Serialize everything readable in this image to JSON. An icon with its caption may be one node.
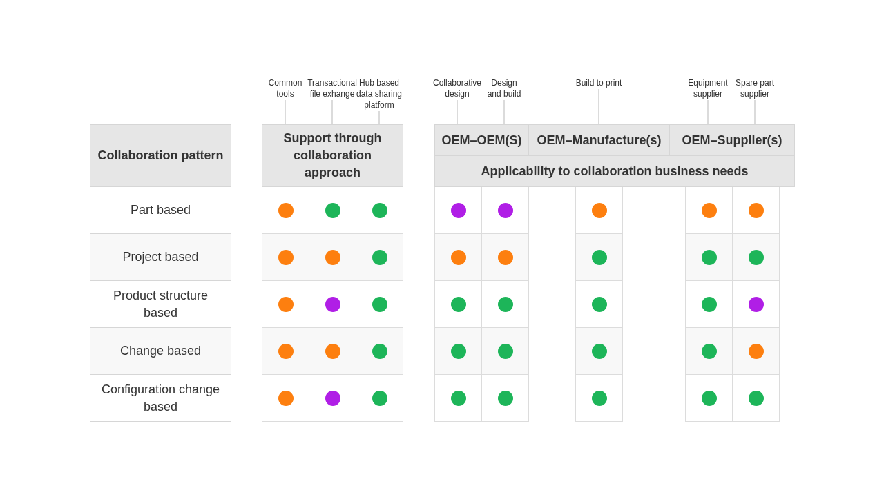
{
  "diagram": {
    "nodes": [
      {
        "text": [
          "Collaboration pattern"
        ]
      },
      {
        "text": [
          "Support through collaboration approach"
        ]
      },
      {
        "text": [
          "OEM–OEM(S)"
        ]
      },
      {
        "text": [
          "OEM–Manufacture(s)"
        ]
      },
      {
        "text": [
          "OEM–Supplier(s)"
        ]
      },
      {
        "text": [
          "Applicability to collaboration business needs"
        ]
      },
      {
        "text": [
          "Part based"
        ]
      },
      {
        "text": [
          "Project based"
        ]
      },
      {
        "text": [
          "Product structure based"
        ]
      },
      {
        "text": [
          "Change based"
        ]
      },
      {
        "text": [
          "Configuration change based"
        ]
      },
      {
        "text": [
          "Common tools"
        ]
      },
      {
        "text": [
          "Transactional file exhange"
        ]
      },
      {
        "text": [
          "Hub based data sharing platform"
        ]
      },
      {
        "text": [
          "Collaborative design"
        ]
      },
      {
        "text": [
          "Design and build"
        ]
      },
      {
        "text": [
          "Build to print"
        ]
      },
      {
        "text": [
          "Equipment supplier"
        ]
      },
      {
        "text": [
          "Spare part supplier"
        ]
      }
    ],
    "edges": [
      {
        "from": 11,
        "to": 1,
        "arrow": "none"
      },
      {
        "from": 12,
        "to": 1,
        "arrow": "none"
      },
      {
        "from": 13,
        "to": 1,
        "arrow": "none"
      },
      {
        "from": 14,
        "to": 2,
        "arrow": "none"
      },
      {
        "from": 15,
        "to": 2,
        "arrow": "none"
      },
      {
        "from": 16,
        "to": 3,
        "arrow": "none"
      },
      {
        "from": 17,
        "to": 4,
        "arrow": "none"
      },
      {
        "from": 18,
        "to": 4,
        "arrow": "none"
      }
    ]
  }
}
